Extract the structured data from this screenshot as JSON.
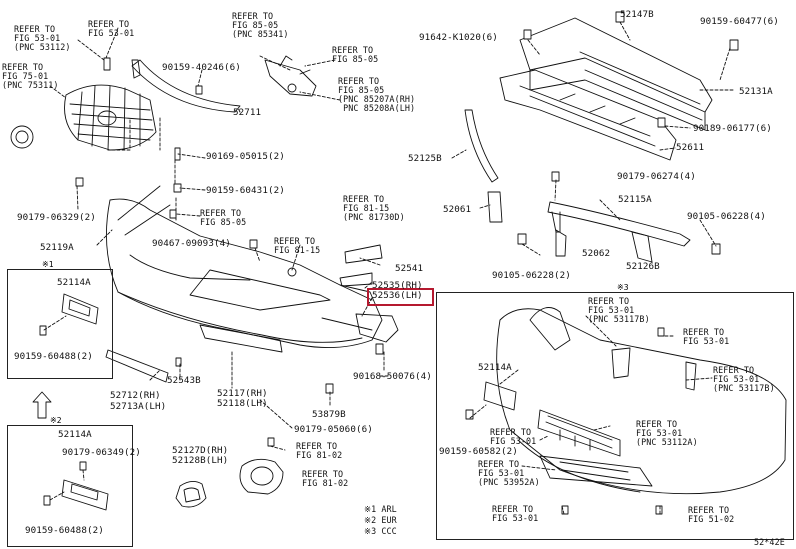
{
  "labels": {
    "refer_53_01_pnc53112": "REFER TO\nFIG 53-01\n(PNC 53112)",
    "refer_53_01_a": "REFER TO\nFIG 53-01",
    "refer_75_01": "REFER TO\nFIG 75-01\n(PNC 75311)",
    "refer_85_05_pnc85341": "REFER TO\nFIG 85-05\n(PNC 85341)",
    "refer_85_05_a": "REFER TO\nFIG 85-05",
    "refer_85_05_pnc85207": "REFER TO\nFIG 85-05\n(PNC 85207A(RH)\n PNC 85208A(LH)",
    "p90159_40246": "90159-40246(6)",
    "p52711": "52711",
    "p90169_05015": "90169-05015(2)",
    "p90159_60431": "90159-60431(2)",
    "refer_85_05_b": "REFER TO\nFIG 85-05",
    "p90179_06329": "90179-06329(2)",
    "p52119a": "52119A",
    "p90467_09093": "90467-09093(4)",
    "refer_81_15_a": "REFER TO\nFIG 81-15",
    "refer_81_15_pnc81730": "REFER TO\nFIG 81-15\n(PNC 81730D)",
    "p52541": "52541",
    "p52535": "52535(RH)",
    "p52536": "52536(LH)",
    "p90168_50076": "90168-50076(4)",
    "p52712": "52712(RH)",
    "p52713a": "52713A(LH)",
    "p52543b": "52543B",
    "p52117": "52117(RH)",
    "p52118": "52118(LH)",
    "p53879b": "53879B",
    "p90179_05060": "90179-05060(6)",
    "p52127d": "52127D(RH)",
    "p52128b": "52128B(LH)",
    "refer_81_02_a": "REFER TO\nFIG 81-02",
    "refer_81_02_b": "REFER TO\nFIG 81-02",
    "box1_mark": "※1",
    "box1_p52114a": "52114A",
    "box1_p90159_60488": "90159-60488(2)",
    "box2_mark": "※2",
    "box2_p52114a": "52114A",
    "box2_p90179_06349": "90179-06349(2)",
    "box2_p90159_60488": "90159-60488(2)",
    "box3_mark": "※3",
    "box3_refer_53_01_pnc53117b": "REFER TO\nFIG 53-01\n(PNC 53117B)",
    "box3_refer_53_01_a": "REFER TO\nFIG 53-01",
    "box3_refer_53_01_pnc53117b_r": "REFER TO\nFIG 53-01\n(PNC 53117B)",
    "box3_p52114a": "52114A",
    "box3_refer_53_01_pnc53112a": "REFER TO\nFIG 53-01\n(PNC 53112A)",
    "box3_refer_53_01_b": "REFER TO\nFIG 53-01",
    "box3_p90159_60582": "90159-60582(2)",
    "box3_refer_53_01_pnc53952a": "REFER TO\nFIG 53-01\n(PNC 53952A)",
    "box3_refer_53_01_c": "REFER TO\nFIG 53-01",
    "box3_refer_51_02": "REFER TO\nFIG 51-02",
    "p52147b": "52147B",
    "p90159_60477": "90159-60477(6)",
    "p91642_k1020": "91642-K1020(6)",
    "p52131a": "52131A",
    "p90189_06177": "90189-06177(6)",
    "p52611": "52611",
    "p52125b": "52125B",
    "p90179_06274": "90179-06274(4)",
    "p52061": "52061",
    "p52115a": "52115A",
    "p90105_06228_4": "90105-06228(4)",
    "p52062": "52062",
    "p52126b": "52126B",
    "p90105_06228_2": "90105-06228(2)",
    "legend_1": "※1 ARL",
    "legend_2": "※2 EUR",
    "legend_3": "※3 CCC",
    "drawing_code": "52*42E"
  },
  "colors": {
    "line": "#111111",
    "highlight": "#b5192f",
    "background": "#ffffff"
  }
}
